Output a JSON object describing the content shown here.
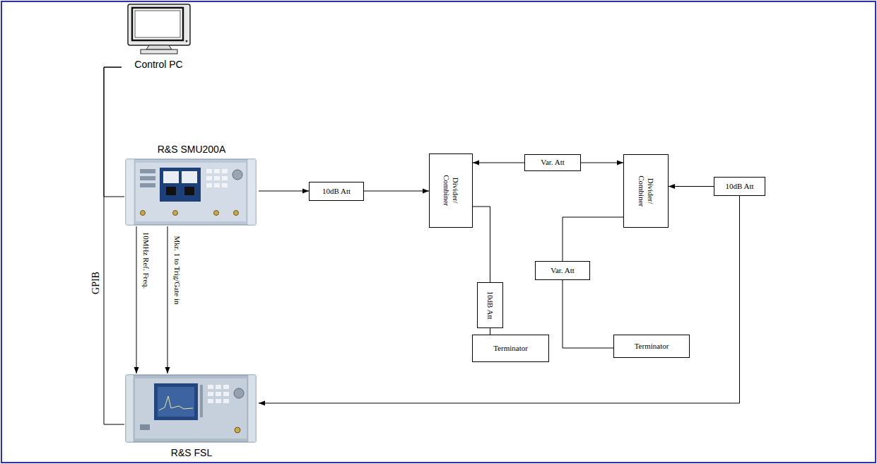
{
  "diagram": {
    "nodes": [
      {
        "text": [
          "Control PC"
        ]
      },
      {
        "text": [
          "R&S SMU200A"
        ]
      },
      {
        "text": [
          "10dB Att"
        ]
      },
      {
        "text": [
          "Divider/ Combiner"
        ]
      },
      {
        "text": [
          "Var. Att"
        ]
      },
      {
        "text": [
          "Divider/ Combiner"
        ]
      },
      {
        "text": [
          "10dB Att"
        ]
      },
      {
        "text": [
          "10dB Att"
        ]
      },
      {
        "text": [
          "Var. Att"
        ]
      },
      {
        "text": [
          "Terminator"
        ]
      },
      {
        "text": [
          "Terminator"
        ]
      },
      {
        "text": [
          "R&S FSL"
        ]
      }
    ],
    "edges": [
      {
        "from": 0,
        "to": 1,
        "arrow": "none"
      },
      {
        "from": 0,
        "to": 11,
        "label": "GPIB",
        "arrow": "none"
      },
      {
        "from": 1,
        "to": 2,
        "arrow": "to"
      },
      {
        "from": 2,
        "to": 3,
        "arrow": "to"
      },
      {
        "from": 4,
        "to": 3,
        "arrow": "to"
      },
      {
        "from": 4,
        "to": 5,
        "arrow": "to"
      },
      {
        "from": 3,
        "to": 7,
        "arrow": "none"
      },
      {
        "from": 7,
        "to": 9,
        "arrow": "none"
      },
      {
        "from": 8,
        "to": 5,
        "arrow": "none"
      },
      {
        "from": 8,
        "to": 10,
        "arrow": "none"
      },
      {
        "from": 6,
        "to": 5,
        "arrow": "to"
      },
      {
        "from": 6,
        "to": 11,
        "arrow": "to"
      },
      {
        "from": 1,
        "to": 11,
        "label": "10MHz Ref. Freq.",
        "arrow": "to"
      },
      {
        "from": 1,
        "to": 11,
        "label": "Mkr. 1 to Trig/Gate in",
        "arrow": "to"
      }
    ]
  }
}
